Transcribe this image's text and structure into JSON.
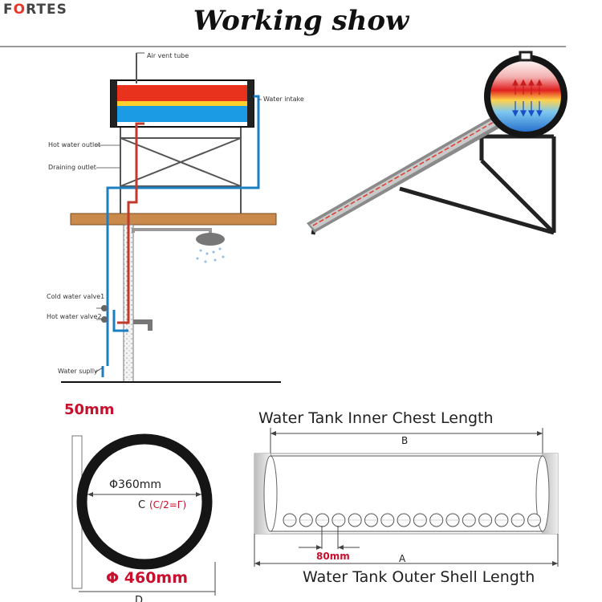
{
  "brand": {
    "name": "FORTES"
  },
  "title": "Working show",
  "schematic": {
    "air_vent": "Air vent tube",
    "water_intake": "Water intake",
    "hot_outlet": "Hot water outlet",
    "draining_outlet": "Draining outlet",
    "cold_valve": "Cold water valve1",
    "hot_valve": "Hot water valve2",
    "water_supply": "Water suplly"
  },
  "cross_section": {
    "thickness": "50mm",
    "inner_diameter": "Φ360mm",
    "center_label": "C",
    "center_note": "(C/2=Γ)",
    "outer_diameter": "Φ 460mm",
    "d_label": "D"
  },
  "tank": {
    "inner_title": "Water Tank Inner Chest Length",
    "b_label": "B",
    "spacing": "80mm",
    "a_label": "A",
    "outer_title": "Water Tank Outer Shell Length"
  },
  "colors": {
    "hot": "#e8321e",
    "cold": "#1b9be3",
    "accent_red": "#c8102e",
    "pipe_blue": "#1b7fc2",
    "pipe_red": "#c0392b"
  }
}
